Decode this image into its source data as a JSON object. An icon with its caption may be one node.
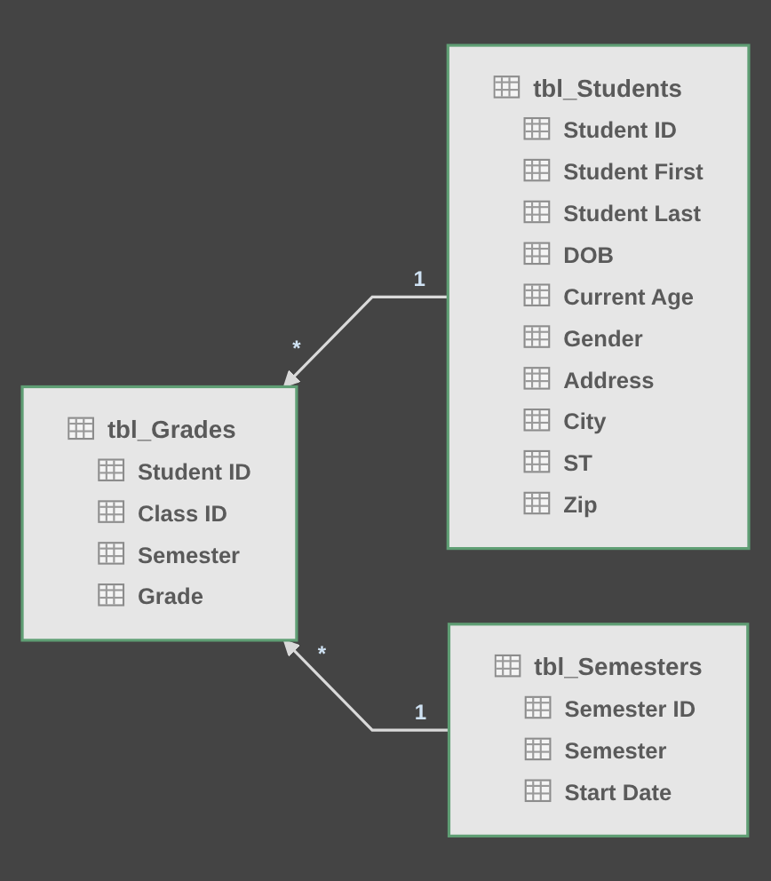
{
  "diagram": {
    "nodes": [
      {
        "text": [
          "tbl_Students",
          "Student ID",
          "Student First",
          "Student Last",
          "DOB",
          "Current Age",
          "Gender",
          "Address",
          "City",
          "ST",
          "Zip"
        ]
      },
      {
        "text": [
          "tbl_Grades",
          "Student ID",
          "Class ID",
          "Semester",
          "Grade"
        ]
      },
      {
        "text": [
          "tbl_Semesters",
          "Semester ID",
          "Semester",
          "Start Date"
        ]
      }
    ],
    "edges": [
      {
        "from": 0,
        "to": 1,
        "arrow": "to"
      },
      {
        "from": 2,
        "to": 1,
        "arrow": "to"
      }
    ],
    "labels": [
      "1",
      "*",
      "*",
      "1"
    ]
  }
}
